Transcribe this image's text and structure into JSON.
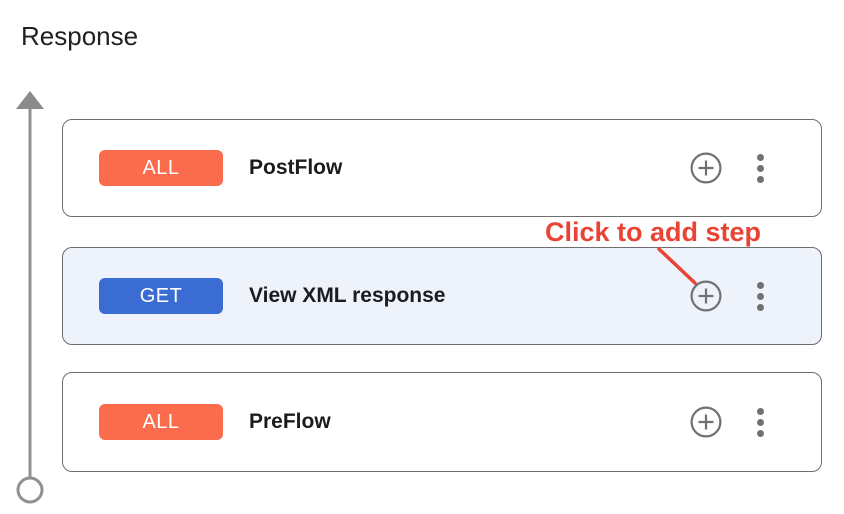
{
  "section": {
    "title": "Response"
  },
  "cards": [
    {
      "method": "ALL",
      "title": "PostFlow",
      "highlighted": false,
      "badge_color": "#fa6c4b"
    },
    {
      "method": "GET",
      "title": "View XML response",
      "highlighted": true,
      "badge_color": "#3b6cd4"
    },
    {
      "method": "ALL",
      "title": "PreFlow",
      "highlighted": false,
      "badge_color": "#fa6c4b"
    }
  ],
  "annotation": {
    "label": "Click to add step"
  },
  "icons": {
    "add_step": "plus-circle-icon",
    "more_options": "kebab-menu-icon",
    "flow_direction": "up-arrow-icon",
    "flow_start": "open-circle-terminal"
  },
  "colors": {
    "badge_all": "#fa6c4b",
    "badge_get": "#3b6cd4",
    "card_highlight_bg": "#edf2fb",
    "card_border": "#6e6e6e",
    "icon_gray": "#717171",
    "flow_line_gray": "#909090",
    "arrowhead_gray": "#8b8b8b",
    "annotation_red": "#e84333",
    "title_text": "#1c1c1e"
  }
}
